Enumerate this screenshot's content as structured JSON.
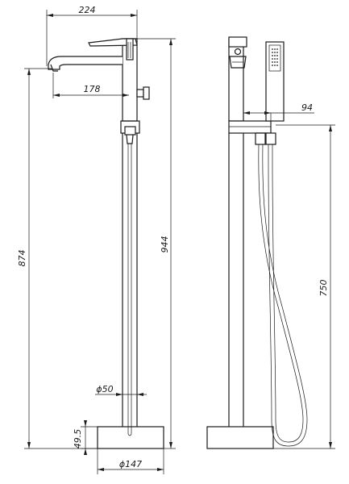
{
  "dimensions": {
    "d224": "224",
    "d178": "178",
    "d874": "874",
    "d944": "944",
    "d50": "ϕ50",
    "d49_5": "49.5",
    "d147": "ϕ147",
    "d94": "94",
    "d750": "750"
  }
}
